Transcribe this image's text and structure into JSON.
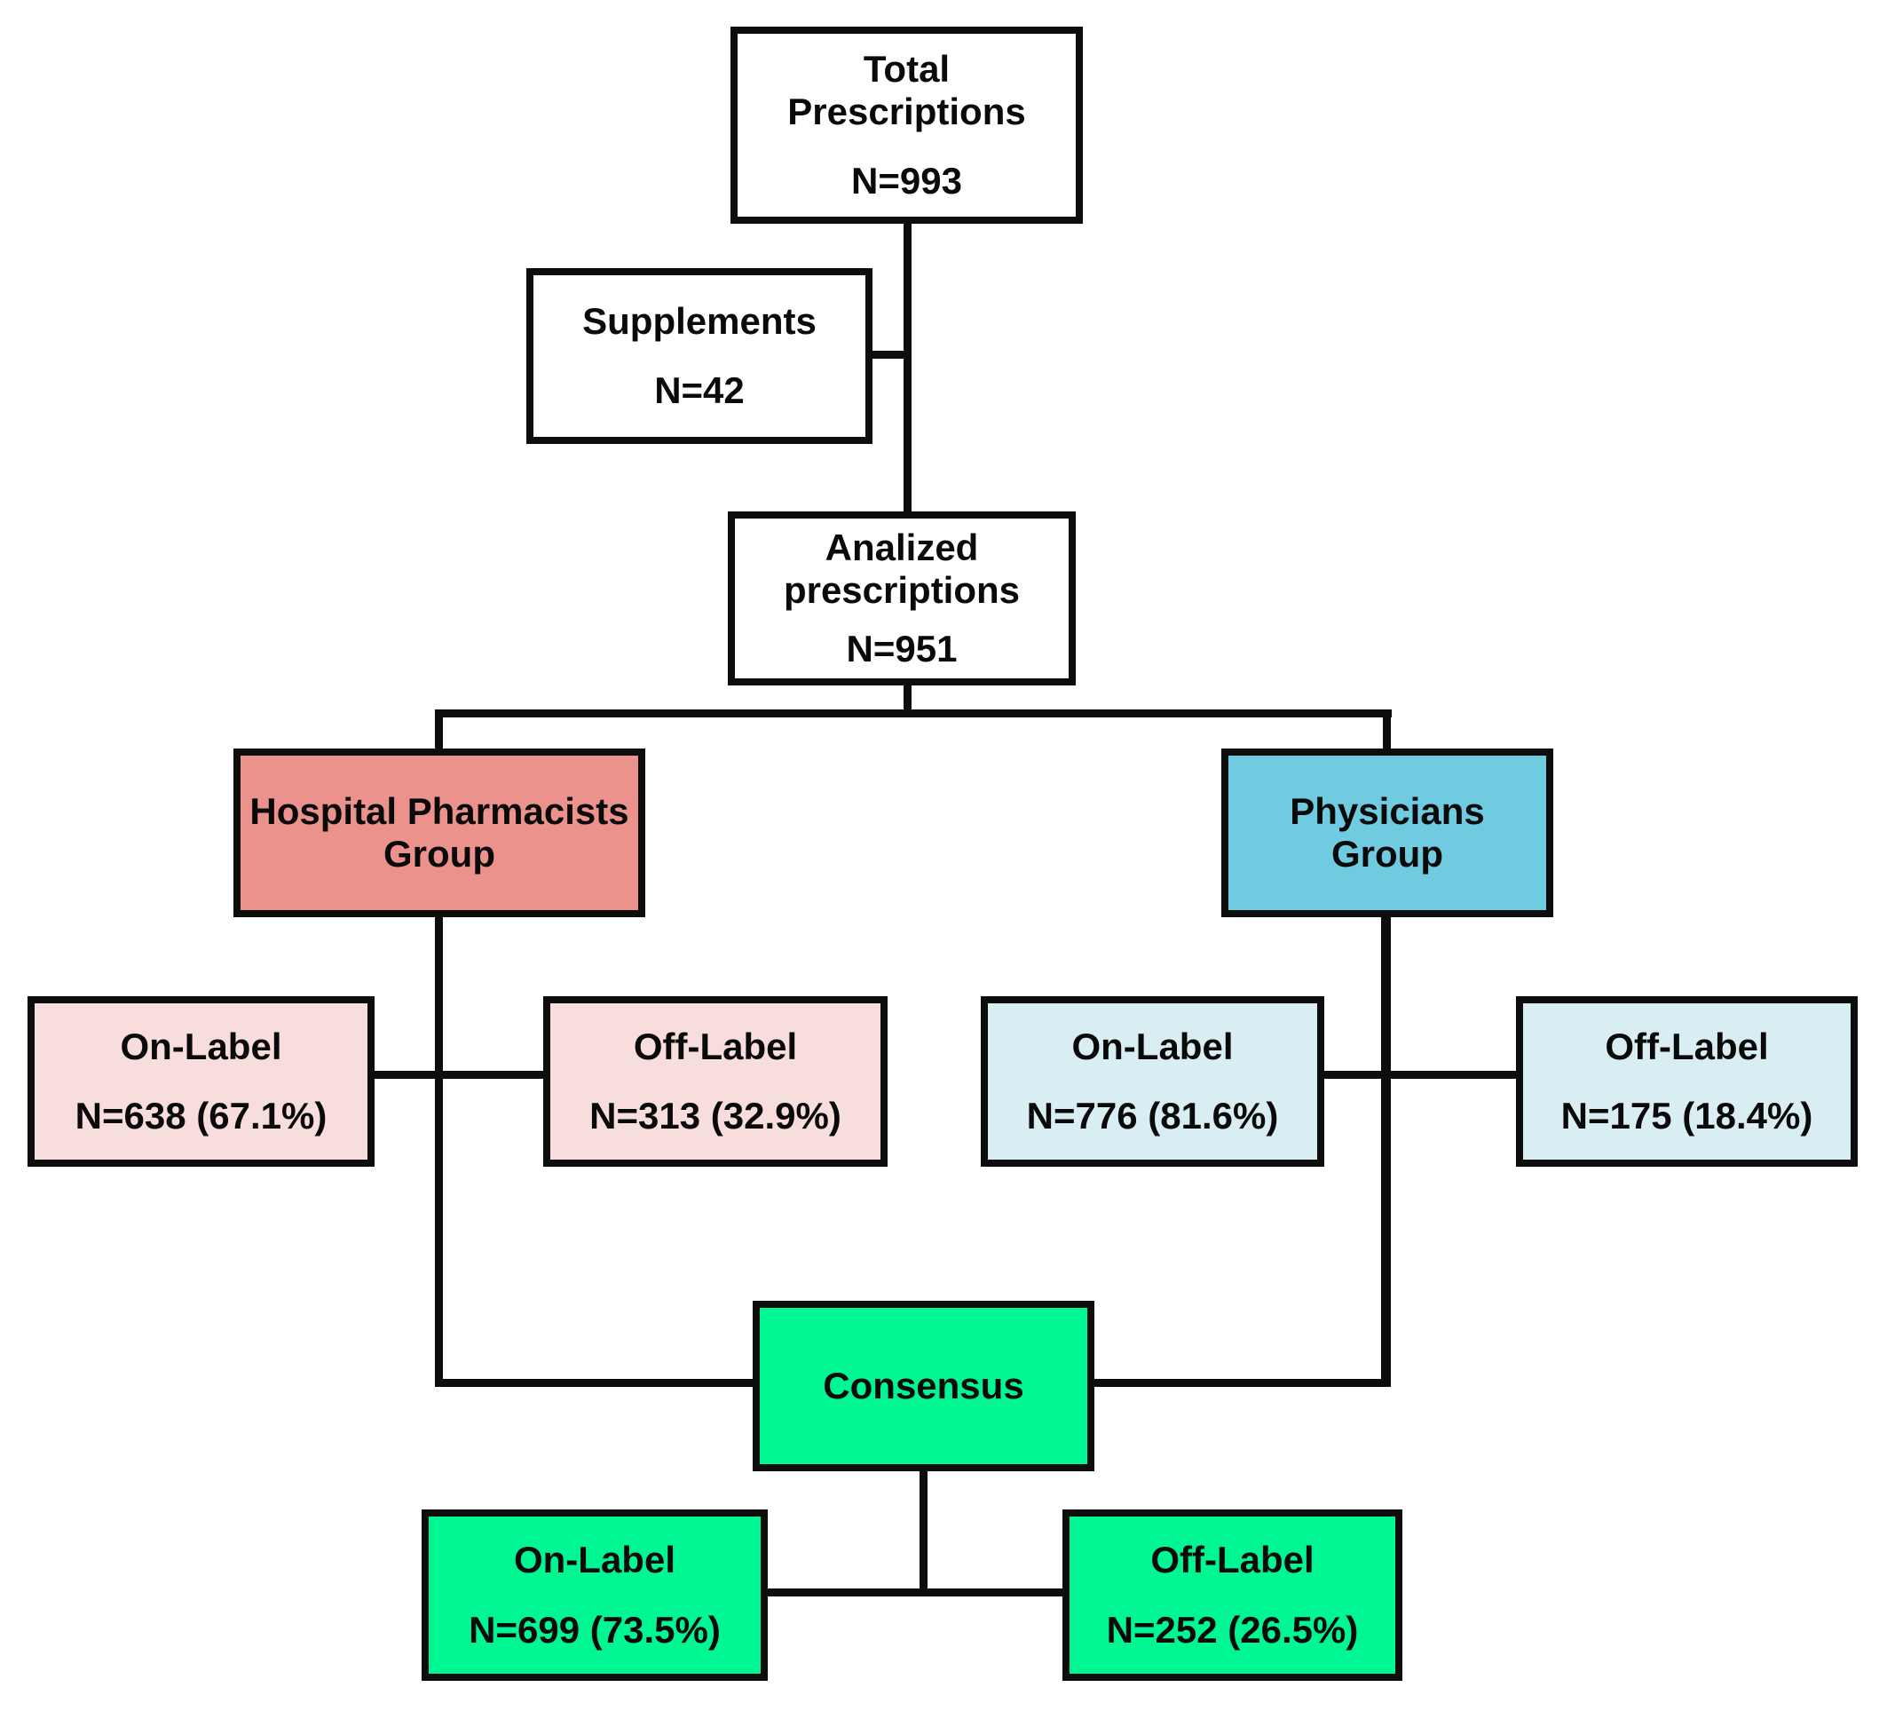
{
  "colors": {
    "line": "#0d0d0d",
    "white_box": "#ffffff",
    "pharmacists_group_fill": "#EC928C",
    "pharmacists_label_fill": "#F7DDDB",
    "physicians_group_fill": "#6FCBDF",
    "physicians_label_fill": "#D9EEF3",
    "consensus_fill": "#00F593"
  },
  "nodes": {
    "total": {
      "label": "Total Prescriptions",
      "value": "N=993"
    },
    "supplements": {
      "label": "Supplements",
      "value": "N=42"
    },
    "analyzed": {
      "label": "Analized prescriptions",
      "value": "N=951"
    },
    "pharmacists_group": {
      "label": "Hospital Pharmacists Group"
    },
    "physicians_group": {
      "label": "Physicians Group"
    },
    "pharmacists_on_label": {
      "label": "On-Label",
      "value": "N=638 (67.1%)"
    },
    "pharmacists_off_label": {
      "label": "Off-Label",
      "value": "N=313 (32.9%)"
    },
    "physicians_on_label": {
      "label": "On-Label",
      "value": "N=776 (81.6%)"
    },
    "physicians_off_label": {
      "label": "Off-Label",
      "value": "N=175 (18.4%)"
    },
    "consensus": {
      "label": "Consensus"
    },
    "consensus_on_label": {
      "label": "On-Label",
      "value": "N=699 (73.5%)"
    },
    "consensus_off_label": {
      "label": "Off-Label",
      "value": "N=252 (26.5%)"
    }
  }
}
